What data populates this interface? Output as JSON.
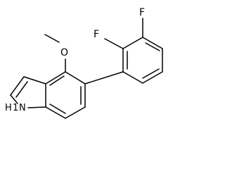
{
  "molecule": {
    "atoms": {
      "fluorine_top": "F",
      "fluorine_left": "F",
      "oxygen": "O",
      "indole_nh_n": "N",
      "indole_nh_h": "H",
      "indole_nh_1": "1"
    }
  }
}
